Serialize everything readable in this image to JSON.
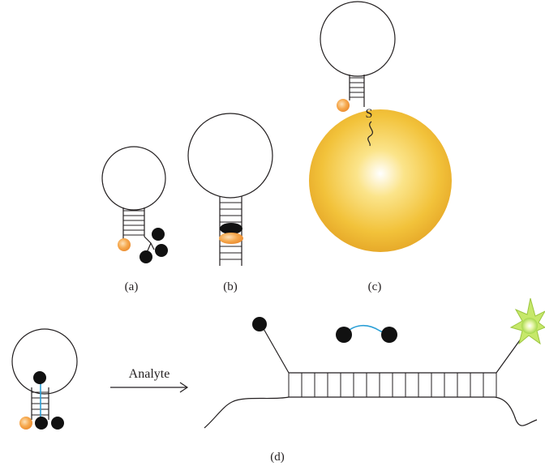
{
  "panels": {
    "a": {
      "label": "(a)"
    },
    "b": {
      "label": "(b)"
    },
    "c": {
      "label": "(c)",
      "linker_letter": "S"
    },
    "d": {
      "label": "(d)",
      "arrow_label": "Analyte"
    }
  },
  "colors": {
    "fluorophore": "#f39a3a",
    "quencher": "#111111",
    "gold_nanoparticle": "#f2c23a",
    "spacer_blue": "#2a9fd6",
    "emission_green": "#c6e86a",
    "line": "#231f20"
  }
}
